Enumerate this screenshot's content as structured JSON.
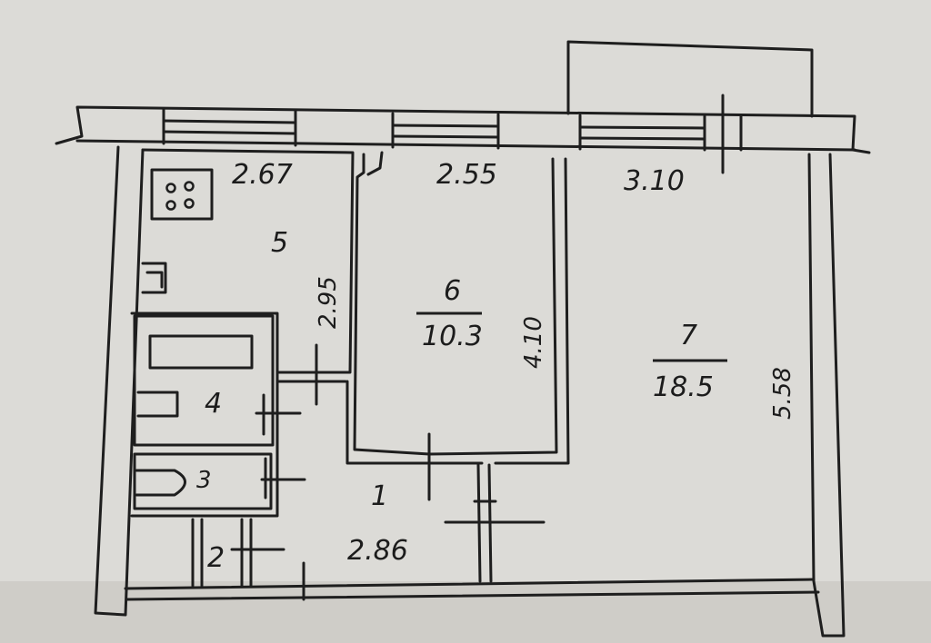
{
  "rooms": {
    "kitchen": {
      "number": "5",
      "width": "2.67",
      "depth": "2.95"
    },
    "room6": {
      "number": "6",
      "area": "10.3",
      "width": "2.55",
      "depth": "4.10"
    },
    "room7": {
      "number": "7",
      "area": "18.5",
      "width": "3.10",
      "depth": "5.58"
    },
    "bath": {
      "number": "4"
    },
    "toilet": {
      "number": "3"
    },
    "closet": {
      "number": "2"
    },
    "hall": {
      "number": "1",
      "width": "2.86"
    }
  }
}
